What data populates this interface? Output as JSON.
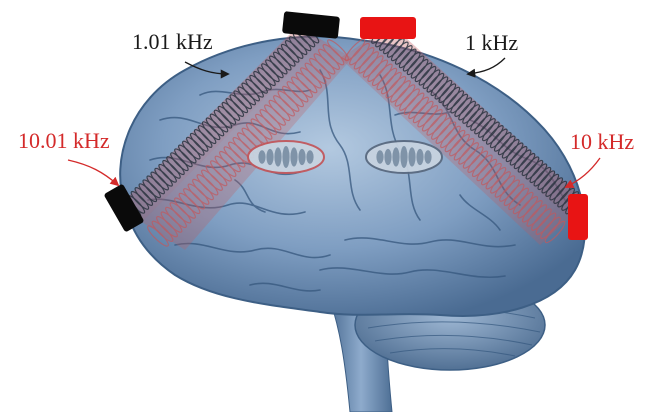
{
  "labels": {
    "top_left": "1.01 kHz",
    "top_right": "1 kHz",
    "left": "10.01 kHz",
    "right": "10 kHz"
  },
  "colors": {
    "black_text": "#1a1a1a",
    "red_text": "#d42a2a",
    "electrode_black": "#0a0a0a",
    "electrode_red": "#e81414",
    "brain_blue": "#7f9ec2",
    "brain_dark": "#3d5f85",
    "field_red": "#c2585d",
    "coil_dark": "#2b3440"
  }
}
